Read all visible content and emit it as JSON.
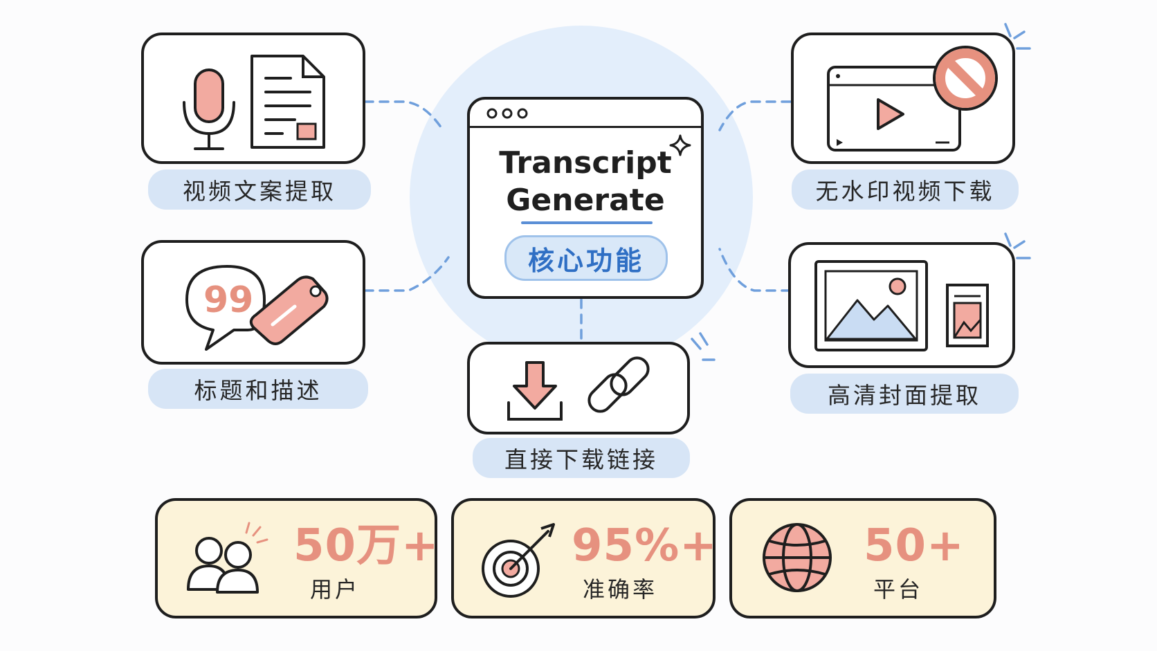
{
  "center": {
    "title_line1": "Transcript",
    "title_line2": "Generate",
    "core_label": "核心功能"
  },
  "features": [
    {
      "label": "视频文案提取",
      "icon": "microphone-document-icon"
    },
    {
      "label": "无水印视频下载",
      "icon": "video-no-watermark-icon"
    },
    {
      "label": "标题和描述",
      "icon": "quote-tag-icon"
    },
    {
      "label": "高清封面提取",
      "icon": "image-cover-icon"
    },
    {
      "label": "直接下载链接",
      "icon": "download-link-icon"
    }
  ],
  "stats": [
    {
      "value": "50万+",
      "label": "用户",
      "icon": "users-icon"
    },
    {
      "value": "95%+",
      "label": "准确率",
      "icon": "target-icon"
    },
    {
      "value": "50+",
      "label": "平台",
      "icon": "globe-icon"
    }
  ],
  "colors": {
    "accent_blue": "#2f6fc4",
    "pill_blue": "#d7e5f6",
    "salmon": "#f2aaa0",
    "stat_bg": "#fcf3d9",
    "outline": "#1e1e1e"
  }
}
